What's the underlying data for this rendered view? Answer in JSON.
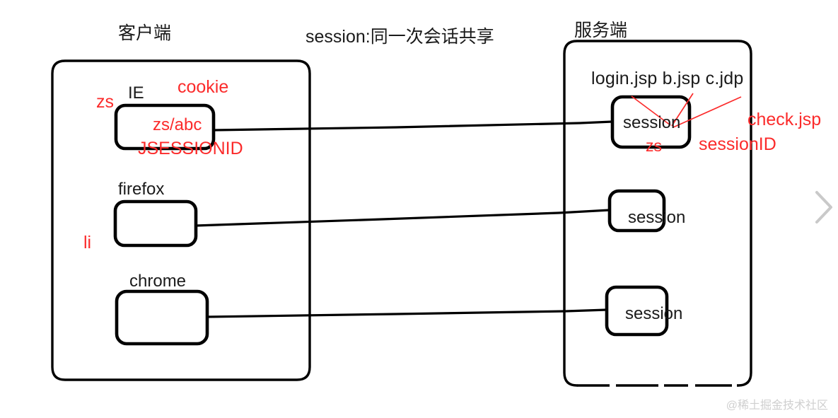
{
  "diagram": {
    "title": "session:同一次会话共享",
    "panels": {
      "client": {
        "label": "客户端",
        "browsers": [
          {
            "name": "IE",
            "inner_text": "zs/abc"
          },
          {
            "name": "firefox",
            "inner_text": ""
          },
          {
            "name": "chrome",
            "inner_text": ""
          }
        ],
        "annotations": {
          "user_zs": "zs",
          "cookie": "cookie",
          "jsessionid": "JSESSIONID",
          "user_li": "li"
        }
      },
      "server": {
        "label": "服务端",
        "pages": "login.jsp  b.jsp  c.jdp",
        "sessions": [
          {
            "label": "session",
            "owner": "zs"
          },
          {
            "label": "session",
            "owner": ""
          },
          {
            "label": "session",
            "owner": ""
          }
        ],
        "annotations": {
          "check_jsp": "check.jsp",
          "session_id": "sessionID"
        }
      }
    },
    "watermark": "@稀土掘金技术社区",
    "colors": {
      "stroke": "#000000",
      "red": "#fb2b2b",
      "text": "#1a1a1a",
      "watermark": "#cfcfcf",
      "chevron": "#c9c9c9"
    }
  }
}
